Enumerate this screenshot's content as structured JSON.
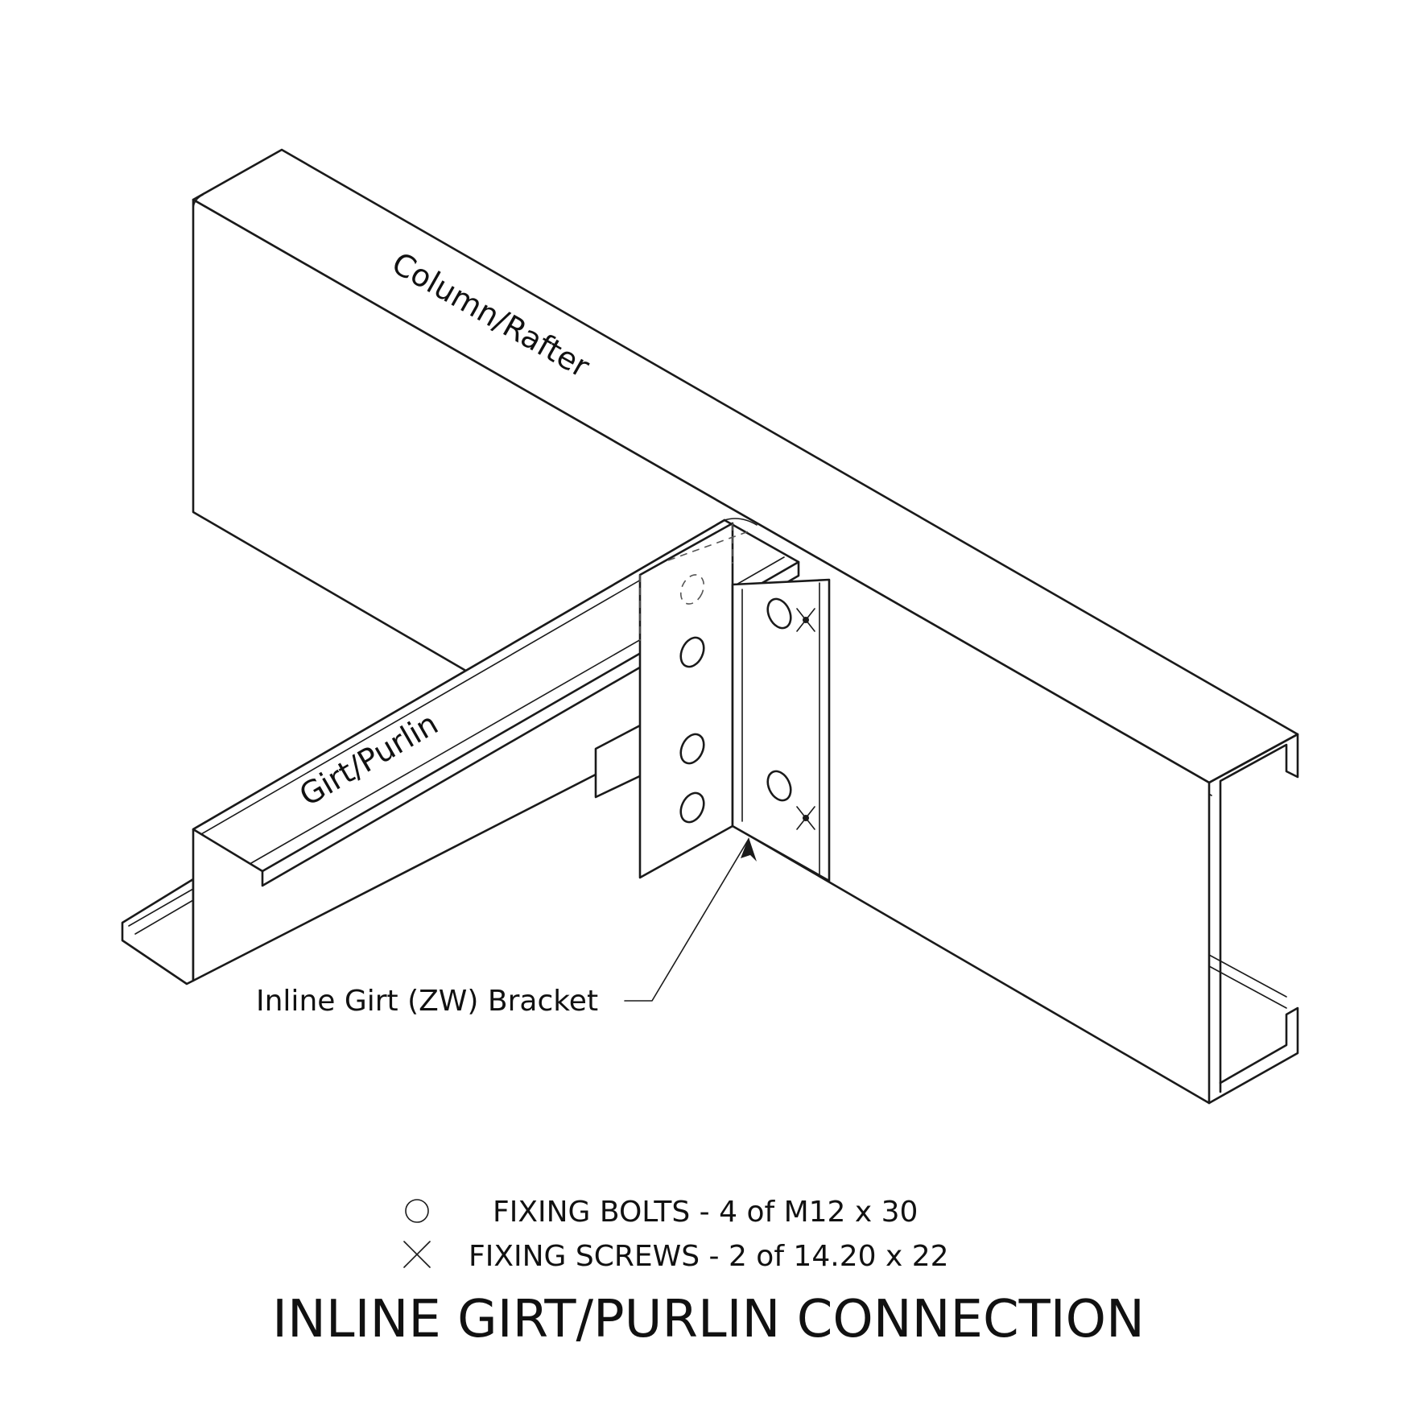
{
  "labels": {
    "column_rafter": "Column/Rafter",
    "girt_purlin": "Girt/Purlin",
    "bracket": "Inline Girt (ZW) Bracket"
  },
  "legend": [
    {
      "symbol": "circle-symbol",
      "text": "FIXING BOLTS - 4 of M12 x 30"
    },
    {
      "symbol": "cross-symbol",
      "text": "FIXING SCREWS - 2 of 14.20 x 22"
    }
  ],
  "title": "INLINE GIRT/PURLIN CONNECTION",
  "colors": {
    "line": "#1a1a1a",
    "background": "#ffffff"
  }
}
